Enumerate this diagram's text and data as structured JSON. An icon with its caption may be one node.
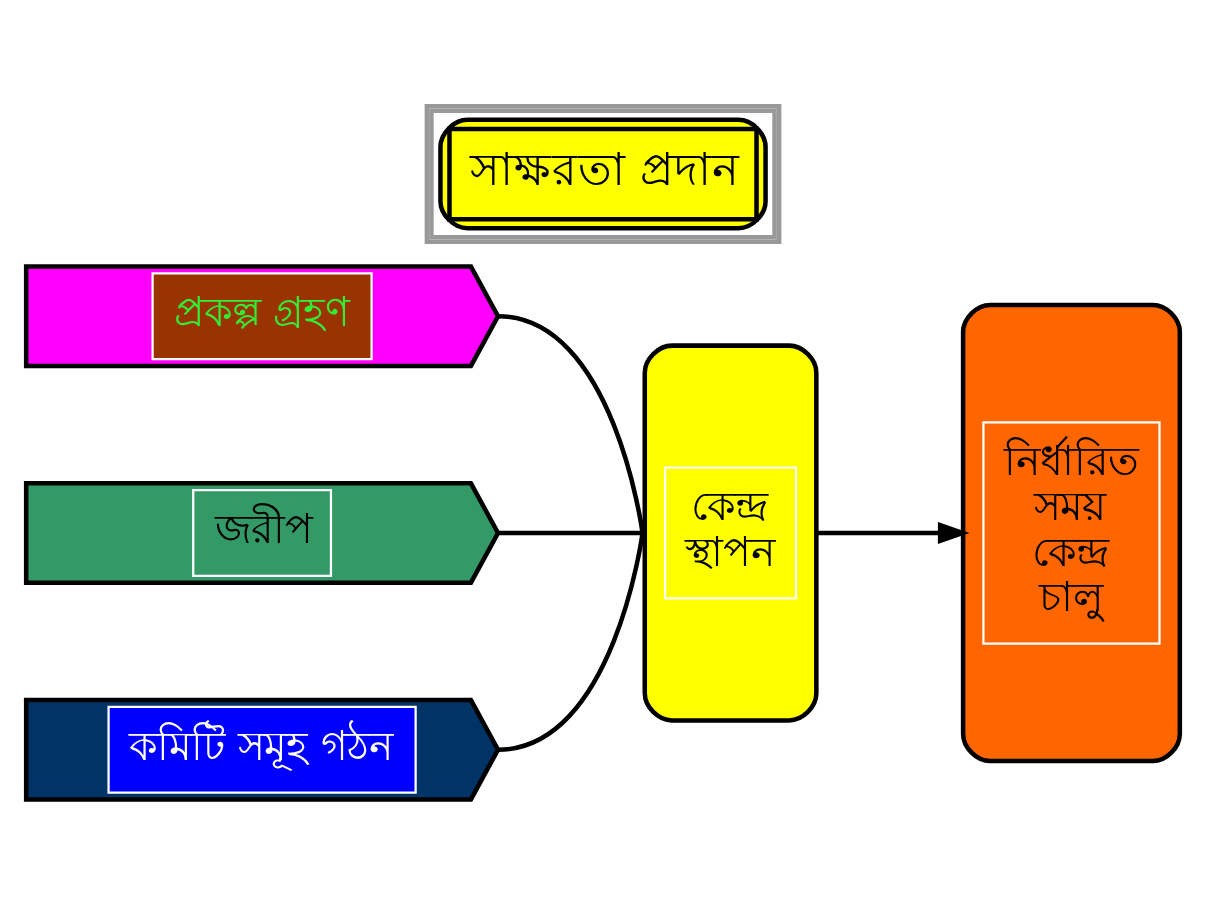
{
  "diagram": {
    "title": "সাক্ষরতা প্রদান",
    "nodes": [
      {
        "text": [
          "প্রকল্প গ্রহণ"
        ]
      },
      {
        "text": [
          "জরীপ"
        ]
      },
      {
        "text": [
          "কমিটি সমূহ গঠন"
        ]
      },
      {
        "text": [
          "কেন্দ্র স্থাপন"
        ]
      },
      {
        "text": [
          "নির্ধারিত সময় কেন্দ্র চালু"
        ]
      }
    ],
    "edges": [
      {
        "from": 0,
        "to": 3,
        "arrow": "none"
      },
      {
        "from": 1,
        "to": 3,
        "arrow": "none"
      },
      {
        "from": 2,
        "to": 3,
        "arrow": "none"
      },
      {
        "from": 3,
        "to": 4,
        "arrow": "to"
      }
    ]
  }
}
